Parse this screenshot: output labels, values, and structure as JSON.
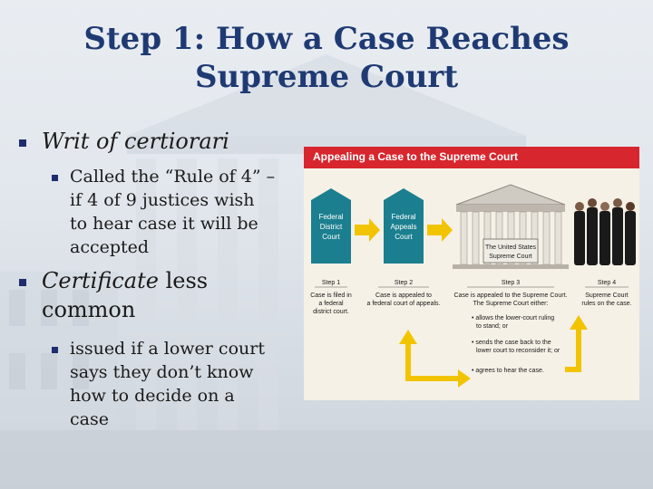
{
  "title": [
    "Step 1: How a Case Reaches",
    "Supreme Court"
  ],
  "bullets": {
    "b1": {
      "label": "Writ of certiorari"
    },
    "b1_sub": [
      "Called the “Rule of 4” –",
      "if 4 of 9 justices wish",
      "to hear case it will be",
      "accepted"
    ],
    "b2": {
      "label_italic": "Certificate",
      "label_rest": " less",
      "label_line2": "common"
    },
    "b2_sub": [
      "issued if a lower court",
      "says they don’t know",
      "how to decide on a",
      "case"
    ]
  },
  "inset": {
    "header": "Appealing a Case to the Supreme Court",
    "boxes": {
      "district": [
        "Federal",
        "District",
        "Court"
      ],
      "appeals": [
        "Federal",
        "Appeals",
        "Court"
      ],
      "supreme": [
        "The United States",
        "Supreme Court"
      ]
    },
    "steps": {
      "s1_label": "Step 1",
      "s1_text": [
        "Case is filed in",
        "a federal",
        "district court."
      ],
      "s2_label": "Step 2",
      "s2_text": [
        "Case is appealed to",
        "a federal court of appeals."
      ],
      "s3_label": "Step 3",
      "s3_text": [
        "Case is appealed to the Supreme Court.",
        "The Supreme Court either:"
      ],
      "s3_opt1": [
        "• allows the lower-court ruling",
        "to stand; or"
      ],
      "s3_opt2": [
        "• sends the case back to the",
        "lower court to reconsider it; or"
      ],
      "s3_opt3": "• agrees to hear the case.",
      "s4_label": "Step 4",
      "s4_text": [
        "Supreme Court",
        "rules on the case."
      ]
    },
    "colors": {
      "header": "#d7262d",
      "box": "#1b7f8f",
      "arrow": "#f2c400",
      "title": "#1f3a73"
    }
  }
}
